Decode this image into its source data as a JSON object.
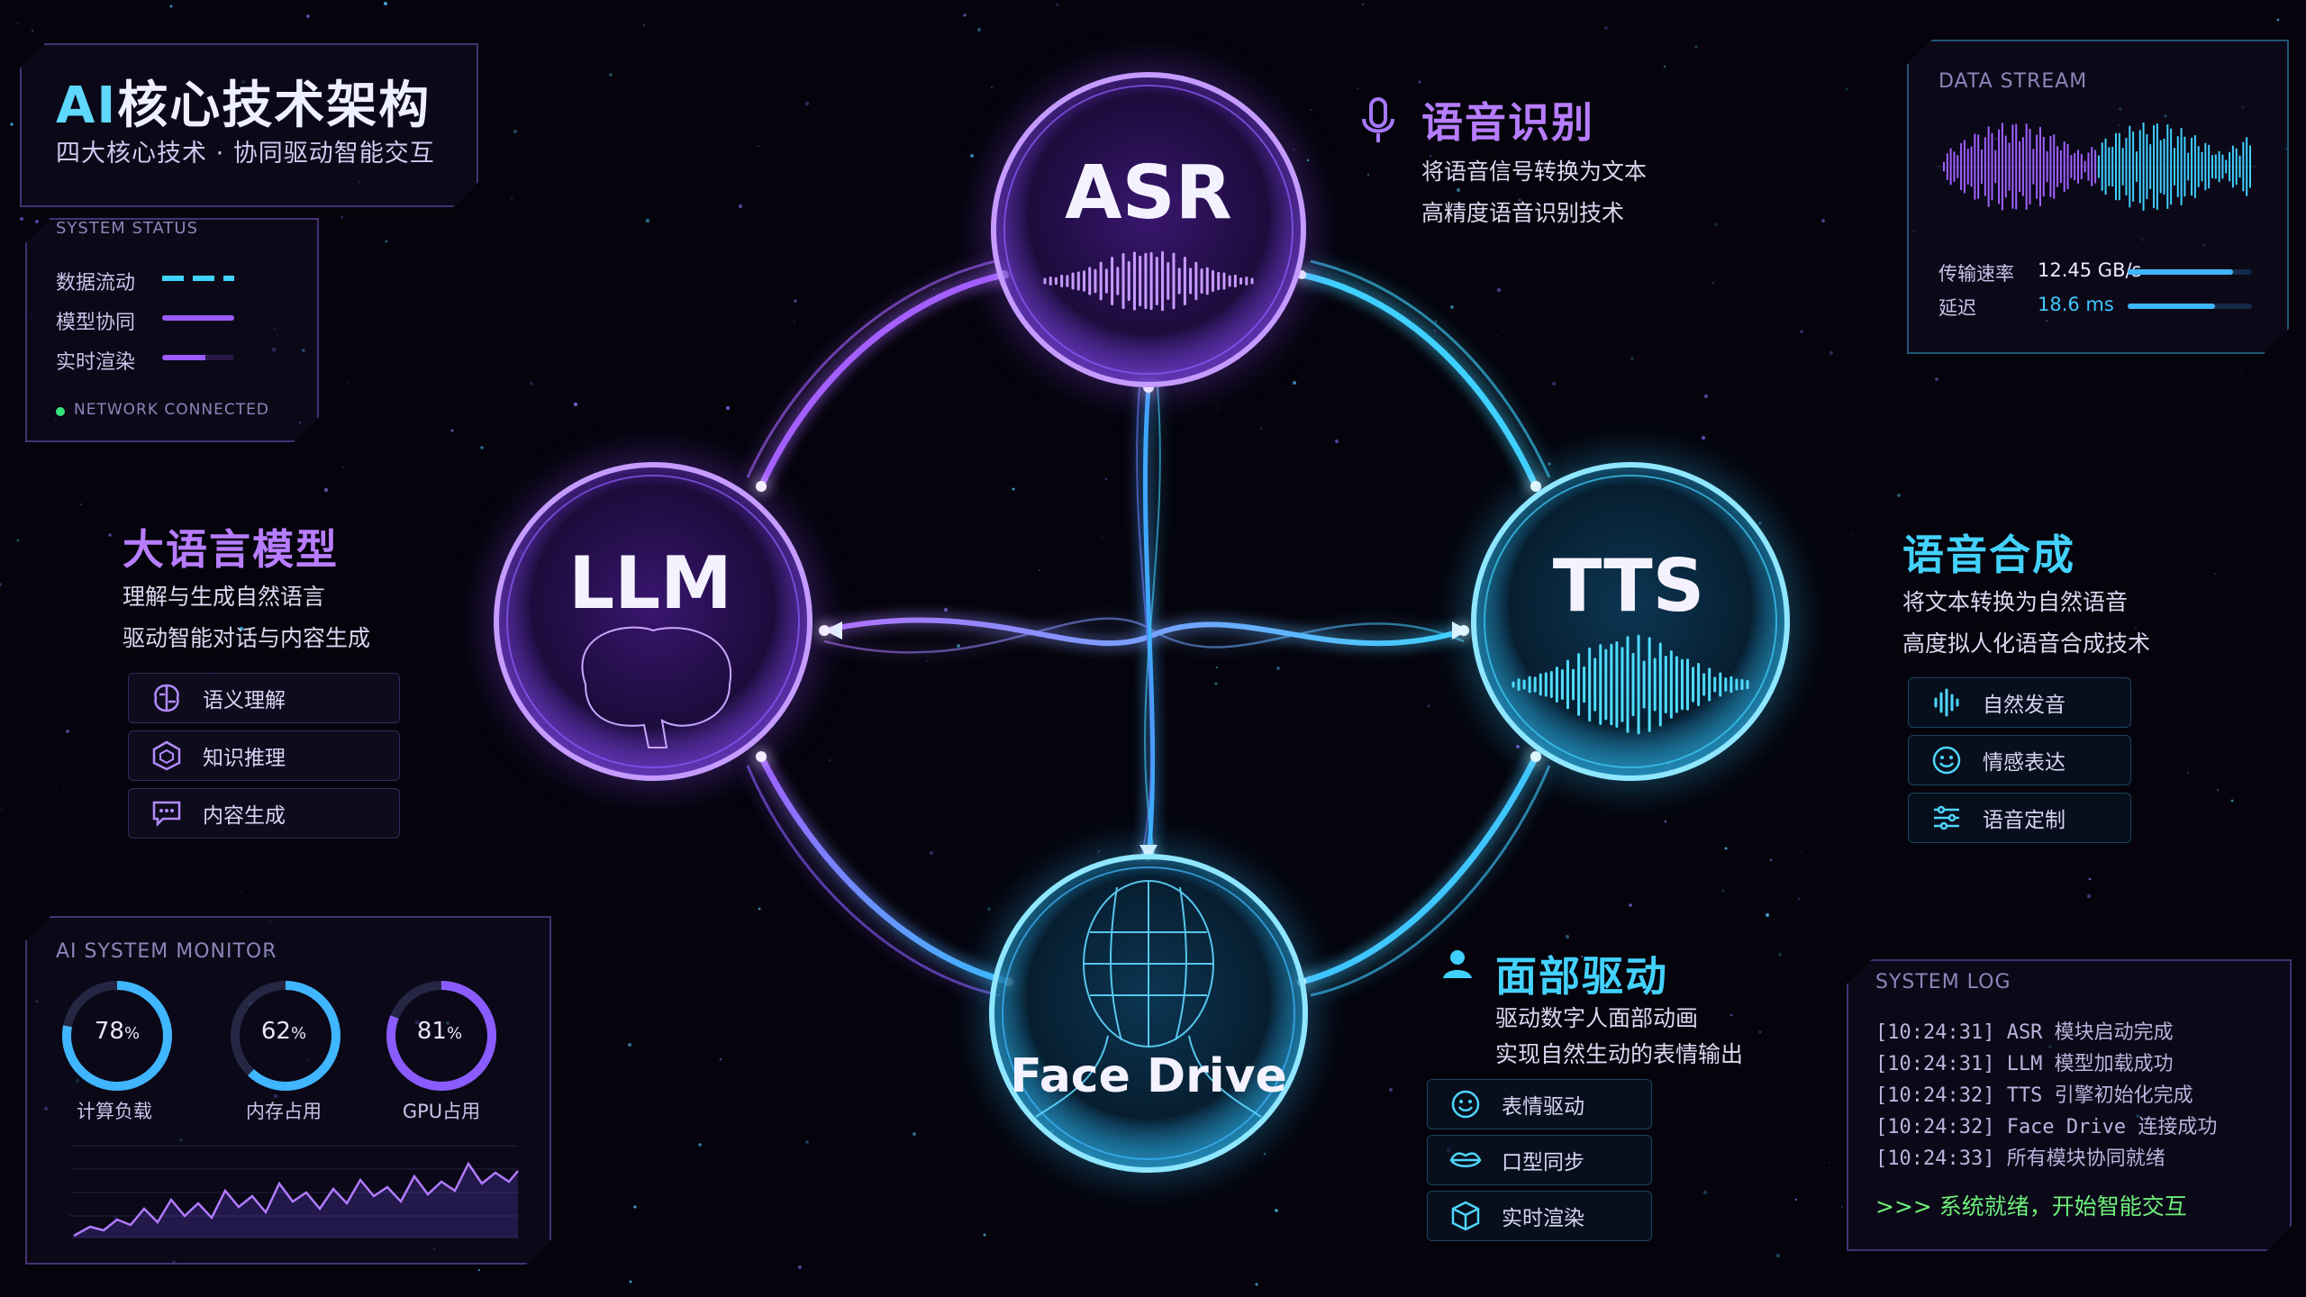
{
  "header": {
    "title_ai": "AI",
    "title_rest": "核心技术架构",
    "subtitle": "四大核心技术 · 协同驱动智能交互"
  },
  "system_status": {
    "title": "SYSTEM STATUS",
    "rows": [
      {
        "label": "数据流动",
        "style": "dashed",
        "color": "#3fd3ff"
      },
      {
        "label": "模型协同",
        "style": "solid",
        "color": "#9a5cff"
      },
      {
        "label": "实时渲染",
        "style": "partial",
        "color": "#9a5cff"
      }
    ],
    "network": "NETWORK CONNECTED",
    "network_color": "#33e27a"
  },
  "nodes": {
    "asr": {
      "label": "ASR",
      "color": "#a060ff"
    },
    "llm": {
      "label": "LLM",
      "color": "#9a58ff"
    },
    "tts": {
      "label": "TTS",
      "color": "#33d0ff"
    },
    "face": {
      "label": "Face Drive",
      "color": "#2fb8ff"
    }
  },
  "asr_section": {
    "title": "语音识别",
    "icon": "microphone-icon",
    "lines": [
      "将语音信号转换为文本",
      "高精度语音识别技术"
    ]
  },
  "llm_section": {
    "title": "大语言模型",
    "lines": [
      "理解与生成自然语言",
      "驱动智能对话与内容生成"
    ],
    "features": [
      {
        "label": "语义理解",
        "icon": "brain-icon"
      },
      {
        "label": "知识推理",
        "icon": "cube-hexagon-icon"
      },
      {
        "label": "内容生成",
        "icon": "chat-icon"
      }
    ]
  },
  "tts_section": {
    "title": "语音合成",
    "lines": [
      "将文本转换为自然语音",
      "高度拟人化语音合成技术"
    ],
    "features": [
      {
        "label": "自然发音",
        "icon": "waveform-icon"
      },
      {
        "label": "情感表达",
        "icon": "smile-icon"
      },
      {
        "label": "语音定制",
        "icon": "sliders-icon"
      }
    ]
  },
  "face_section": {
    "title": "面部驱动",
    "icon": "user-icon",
    "lines": [
      "驱动数字人面部动画",
      "实现自然生动的表情输出"
    ],
    "features": [
      {
        "label": "表情驱动",
        "icon": "smile-icon"
      },
      {
        "label": "口型同步",
        "icon": "lips-icon"
      },
      {
        "label": "实时渲染",
        "icon": "cube-icon"
      }
    ]
  },
  "data_stream": {
    "title": "DATA STREAM",
    "metrics": [
      {
        "label": "传输速率",
        "value": "12.45 GB/s",
        "fill": 0.85
      },
      {
        "label": "延迟",
        "value": "18.6 ms",
        "fill": 0.7
      }
    ]
  },
  "monitor": {
    "title": "AI SYSTEM MONITOR",
    "gauges": [
      {
        "value": "78",
        "unit": "%",
        "label": "计算负载",
        "fraction": 0.78,
        "color": "#3fb6ff"
      },
      {
        "value": "62",
        "unit": "%",
        "label": "内存占用",
        "fraction": 0.62,
        "color": "#3fb6ff"
      },
      {
        "value": "81",
        "unit": "%",
        "label": "GPU占用",
        "fraction": 0.81,
        "color": "#8a5cff"
      }
    ]
  },
  "system_log": {
    "title": "SYSTEM LOG",
    "lines": [
      "[10:24:31]  ASR 模块启动完成",
      "[10:24:31]  LLM 模型加载成功",
      "[10:24:32]  TTS 引擎初始化完成",
      "[10:24:32]  Face Drive 连接成功",
      "[10:24:33]  所有模块协同就绪"
    ],
    "ready": ">>> 系统就绪，开始智能交互"
  }
}
